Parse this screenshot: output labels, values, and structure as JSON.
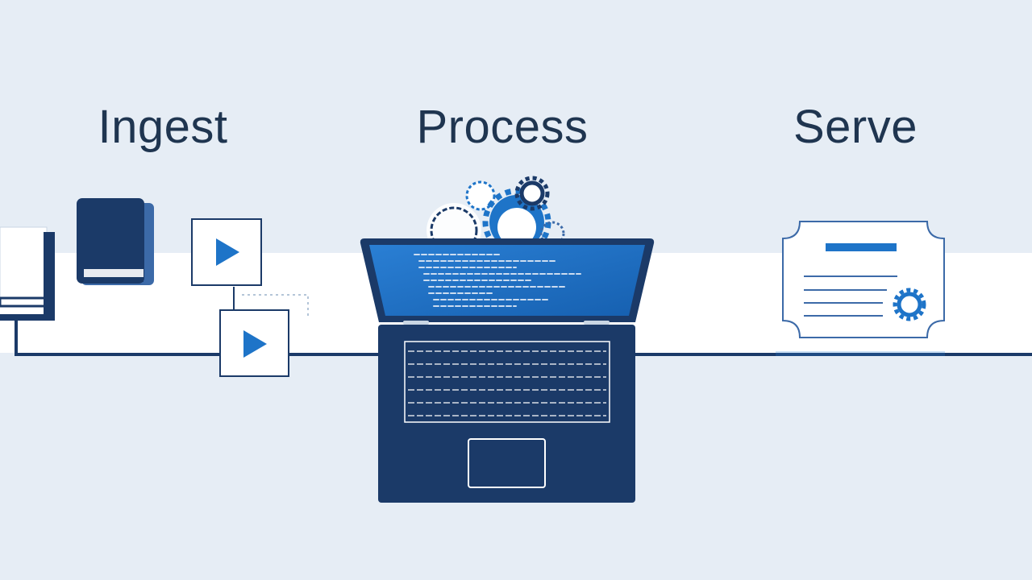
{
  "stages": [
    {
      "key": "ingest",
      "label": "Ingest"
    },
    {
      "key": "process",
      "label": "Process"
    },
    {
      "key": "serve",
      "label": "Serve"
    }
  ],
  "icons": {
    "ingest": [
      "book-icon",
      "book-icon",
      "play-button-icon",
      "play-button-icon"
    ],
    "process": [
      "gears-icon",
      "laptop-icon"
    ],
    "serve": [
      "certificate-icon",
      "gear-icon"
    ]
  },
  "colors": {
    "background": "#e6edf5",
    "band": "#ffffff",
    "navy": "#1b3a68",
    "accent": "#1e74c8",
    "text": "#1f3550"
  }
}
